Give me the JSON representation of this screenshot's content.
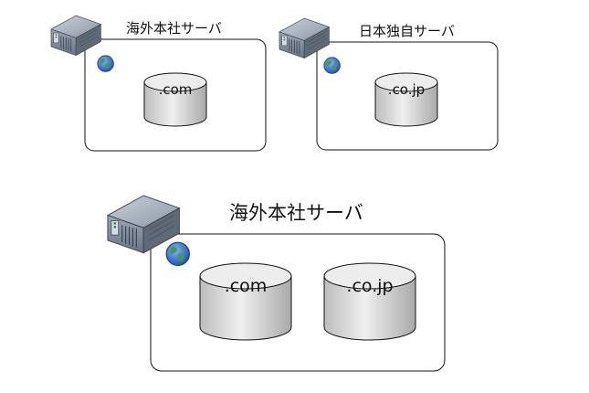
{
  "diagrams": {
    "top_left": {
      "server_label": "海外本社サーバ",
      "databases": [
        ".com"
      ]
    },
    "top_right": {
      "server_label": "日本独自サーバ",
      "databases": [
        ".co.jp"
      ]
    },
    "bottom": {
      "server_label": "海外本社サーバ",
      "databases": [
        ".com",
        ".co.jp"
      ]
    }
  },
  "icons": {
    "server": "server-icon",
    "globe": "globe-icon",
    "database": "database-cylinder"
  },
  "colors": {
    "server_body": "#8d9aa8",
    "server_dark": "#5e6976",
    "globe_blue": "#2f6ee0",
    "globe_green": "#3fa037",
    "cylinder": "#d8d8d8",
    "outline": "#222222"
  }
}
